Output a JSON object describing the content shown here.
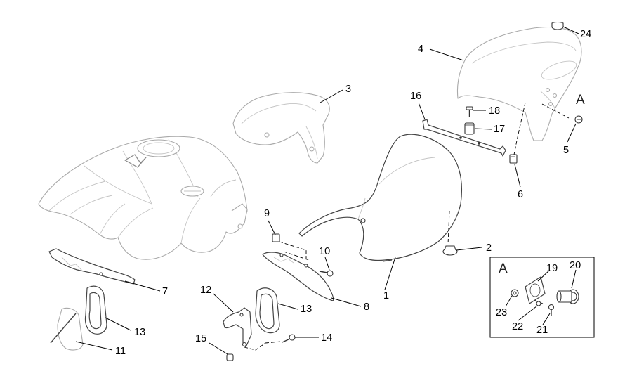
{
  "callouts": [
    {
      "id": "1",
      "label": "1"
    },
    {
      "id": "2",
      "label": "2"
    },
    {
      "id": "3",
      "label": "3"
    },
    {
      "id": "4",
      "label": "4"
    },
    {
      "id": "5",
      "label": "5"
    },
    {
      "id": "6",
      "label": "6"
    },
    {
      "id": "7",
      "label": "7"
    },
    {
      "id": "8",
      "label": "8"
    },
    {
      "id": "9",
      "label": "9"
    },
    {
      "id": "10",
      "label": "10"
    },
    {
      "id": "11",
      "label": "11"
    },
    {
      "id": "12",
      "label": "12"
    },
    {
      "id": "13a",
      "label": "13"
    },
    {
      "id": "13b",
      "label": "13"
    },
    {
      "id": "14",
      "label": "14"
    },
    {
      "id": "15",
      "label": "15"
    },
    {
      "id": "16",
      "label": "16"
    },
    {
      "id": "17",
      "label": "17"
    },
    {
      "id": "18",
      "label": "18"
    },
    {
      "id": "19",
      "label": "19"
    },
    {
      "id": "20",
      "label": "20"
    },
    {
      "id": "21",
      "label": "21"
    },
    {
      "id": "22",
      "label": "22"
    },
    {
      "id": "23",
      "label": "23"
    },
    {
      "id": "24",
      "label": "24"
    }
  ],
  "detail_marker": "A",
  "inset_title": "A"
}
